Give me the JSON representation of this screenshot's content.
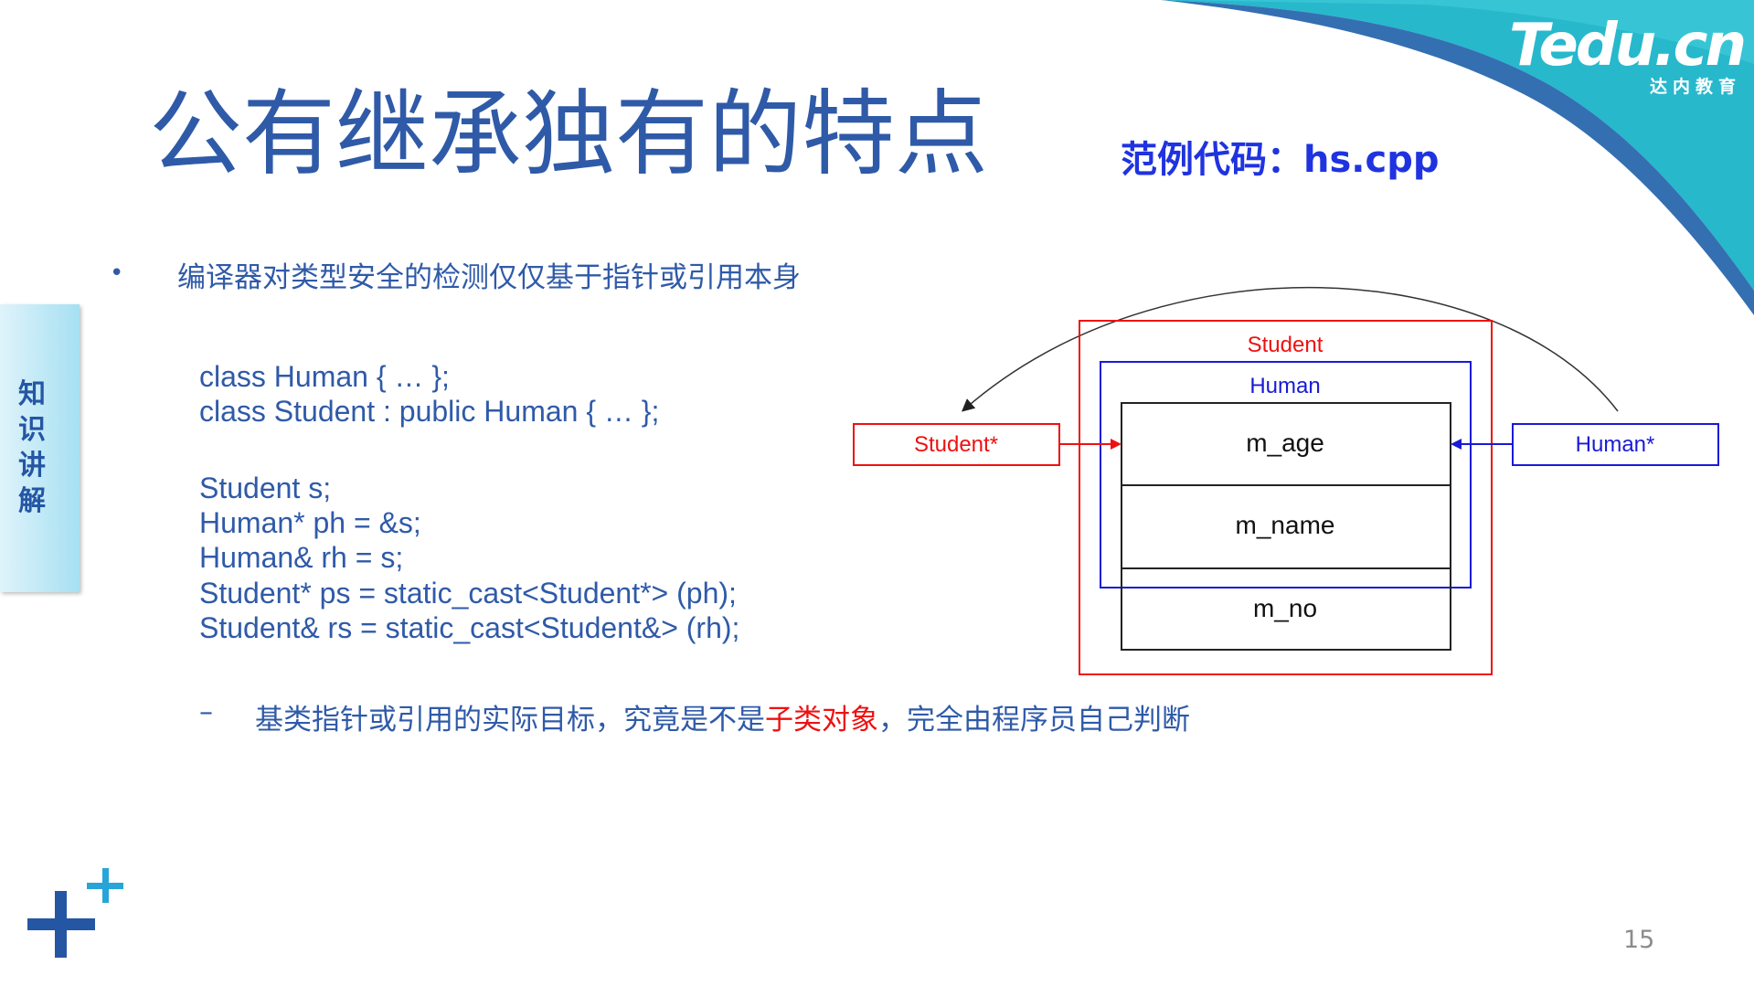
{
  "slide": {
    "title": "公有继承独有的特点",
    "example_code_label": "范例代码：hs.cpp",
    "side_tab": "知识讲解",
    "bullet": "编译器对类型安全的检测仅仅基于指针或引用本身",
    "code_lines": [
      "class Human { … };",
      "class Student : public Human { … };",
      "Student s;",
      "Human* ph = &s;",
      "Human& rh = s;",
      "Student* ps = static_cast<Student*> (ph);",
      "Student& rs = static_cast<Student&> (rh);"
    ],
    "sub_bullet_dash": "–",
    "sub_bullet_before": "基类指针或引用的实际目标，究竟是不是",
    "sub_bullet_highlight": "子类对象",
    "sub_bullet_after": "，完全由程序员自己判断",
    "page_number": "15"
  },
  "logo": {
    "main": "Tedu.cn",
    "sub": "达内教育"
  },
  "diagram": {
    "outer_label": "Student",
    "inner_label": "Human",
    "fields": [
      "m_age",
      "m_name",
      "m_no"
    ],
    "left_pointer": "Student*",
    "right_pointer": "Human*"
  },
  "colors": {
    "title_blue": "#2f5aa8",
    "example_blue": "#1f33e0",
    "highlight_red": "#ee1111",
    "diagram_red": "#ee1111",
    "diagram_blue": "#1a1ad6",
    "teal": "#27b8cc"
  },
  "icons": [
    "plus-icon-large",
    "plus-icon-small"
  ]
}
